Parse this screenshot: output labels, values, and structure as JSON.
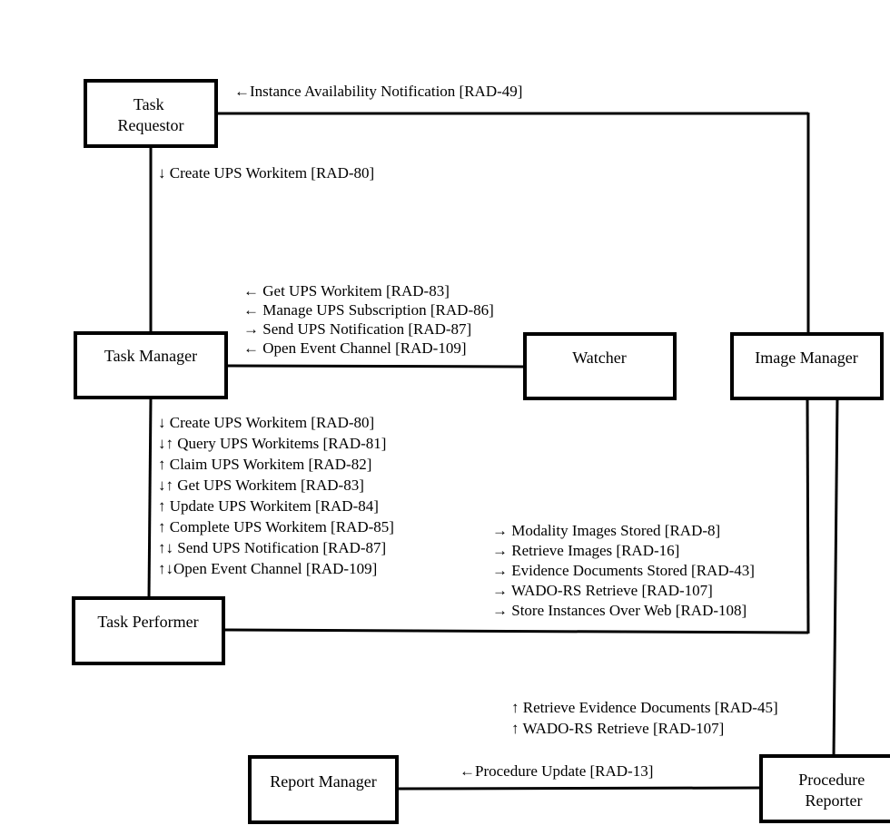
{
  "actors": {
    "task_requestor": [
      "Task",
      "Requestor"
    ],
    "task_manager": [
      "Task Manager"
    ],
    "watcher": [
      "Watcher"
    ],
    "image_manager": [
      "Image Manager"
    ],
    "task_performer": [
      "Task Performer"
    ],
    "report_manager": [
      "Report Manager"
    ],
    "procedure_reporter": [
      "Procedure",
      "Reporter"
    ]
  },
  "transactions": {
    "requestor_image_manager": [
      "←Instance Availability Notification [RAD-49]"
    ],
    "requestor_task_manager": [
      "↓ Create UPS Workitem [RAD-80]"
    ],
    "manager_watcher": [
      "← Get UPS Workitem [RAD-83]",
      "← Manage UPS Subscription [RAD-86]",
      "→ Send UPS Notification [RAD-87]",
      "← Open Event Channel [RAD-109]"
    ],
    "manager_performer": [
      "↓ Create UPS Workitem [RAD-80]",
      "↓↑ Query UPS Workitems [RAD-81]",
      "↑ Claim UPS Workitem [RAD-82]",
      "↓↑ Get UPS Workitem [RAD-83]",
      "↑ Update UPS Workitem [RAD-84]",
      "↑ Complete UPS Workitem [RAD-85]",
      "↑↓ Send UPS Notification [RAD-87]",
      "↑↓Open Event Channel [RAD-109]"
    ],
    "performer_image_manager": [
      "→ Modality Images Stored [RAD-8]",
      "→ Retrieve Images [RAD-16]",
      "→ Evidence Documents Stored [RAD-43]",
      "→ WADO-RS Retrieve [RAD-107]",
      "→ Store Instances Over Web [RAD-108]"
    ],
    "reporter_image_manager": [
      "↑ Retrieve Evidence Documents [RAD-45]",
      "↑ WADO-RS Retrieve [RAD-107]"
    ],
    "reporter_report_manager": [
      "←Procedure Update [RAD-13]"
    ]
  }
}
